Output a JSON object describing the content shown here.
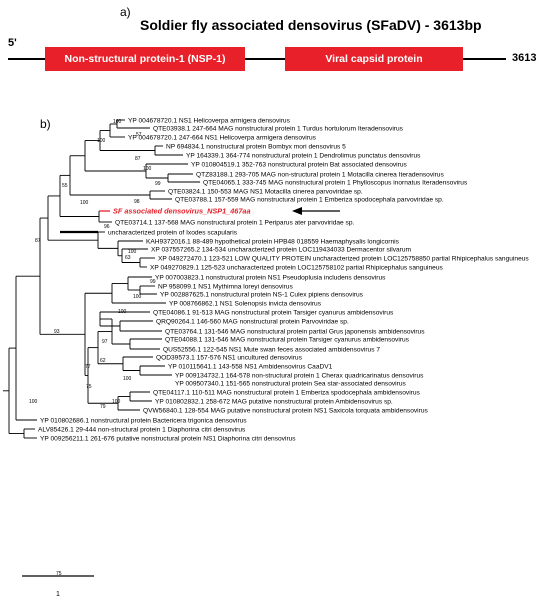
{
  "panel_a": {
    "label": "a)",
    "title": "Soldier fly associated densovirus (SFaDV) - 3613bp",
    "start_label": "5'",
    "end_label": "3613",
    "genes": [
      {
        "label": "Non-structural protein-1 (NSP-1)",
        "color": "#e8202a"
      },
      {
        "label": "Viral capsid protein",
        "color": "#e8202a"
      }
    ]
  },
  "panel_b": {
    "label": "b)",
    "scale_label": "1",
    "highlight_color": "#e8202a",
    "taxa": [
      "YP 004678720.1 NS1 Helicoverpa armigera densovirus",
      "QTE03938.1 247-664 MAG nonstructural protein 1 Turdus hortulorum Iteradensovirus",
      "YP 004678720.1 247-664 NS1 Helicoverpa armigera densovirus",
      "NP 694834.1 nonstructural protein Bombyx mori densovirus 5",
      "YP 164339.1 364-774 nonstructural protein 1 Dendrolimus punctatus densovirus",
      "YP 010804519.1 352-763 nonstructural protein Bat associated densovirus",
      "QTZ83188.1 293-705 MAG non-structural protein 1 Motacilla cinerea Iteradensovirus",
      "QTE04065.1 333-745 MAG nonstructural protein 1 Phylloscopus inornatus Iteradensovirus",
      "QTE03824.1 150-553 MAG NS1 Motacilla cinerea parvoviridae sp.",
      "QTE03788.1 157-559 MAG nonstructural protein 1 Emberiza spodocephala parvoviridae sp.",
      "SF associated densovirus_NSP1_467aa",
      "QTE03714.1 137-568 MAG nonstructural protein 1 Periparus ater parvoviridae sp.",
      "uncharacterized protein of Ixodes scapularis",
      "KAH9372016.1 88-489 hypothetical protein HPB48 018559 Haemaphysalis longicornis",
      "XP 037557265.2 134-534 uncharacterized protein LOC119434033 Dermacentor silvarum",
      "XP 049272470.1 123-521 LOW QUALITY PROTEIN uncharacterized protein LOC125758850 partial Rhipicephalus sanguineus",
      "XP 049270829.1 125-523 uncharacterized protein LOC125758102 partial Rhipicephalus sanguineus",
      "YP 007003823.1 nonstructural protein NS1 Pseudoplusia includens densovirus",
      "NP 958099.1 NS1 Mythimna loreyi densovirus",
      "YP 002887625.1 nonstructural protein NS-1 Culex pipiens densovirus",
      "YP 008766862.1 NS1 Solenopsis invicta densovirus",
      "QTE04086.1 91-513 MAG nonstructural protein Tarsiger cyanurus ambidensovirus",
      "QRQ90264.1 146-560 MAG nonstructural protein Parvoviridae sp.",
      "QTE03764.1 131-546 MAG nonstructural protein partial Grus japonensis ambidensovirus",
      "QTE04088.1 131-546 MAG nonstructural protein Tarsiger cyanurus ambidensovirus",
      "QUS52556.1 122-545 NS1 Mute swan feces associated ambidensovirus 7",
      "QOD39573.1 157-576 NS1 uncultured densovirus",
      "YP 010115641.1 143-558 NS1 Ambidensovirus CaaDV1",
      "YP 009134732.1 164-578 non-structural protein 1 Cherax quadricarinatus densovirus",
      "YP 009507340.1 151-565 nonstructural protein Sea star-associated densovirus",
      "QTE04117.1 110-511 MAG nonstructural protein 1 Emberiza spodocephala ambidensovirus",
      "YP 010802832.1 258-672 MAG putative nonstructural protein Ambidensovirus sp.",
      "QVW56840.1 128-554 MAG putative nonstructural protein NS1 Saxicola torquata ambidensovirus",
      "YP 010802686.1 nonstructural protein Bactericera trigonica densovirus",
      "ALV85426.1 29-444 non-structural protein 1 Diaphorina citri densovirus",
      "YP 009256211.1 261-676 putative nonstructural protein NS1 Diaphorina citri densovirus"
    ],
    "bootstraps": [
      "100",
      "57",
      "100",
      "87",
      "100",
      "55",
      "99",
      "100",
      "98",
      "96",
      "87",
      "100",
      "63",
      "99",
      "100",
      "93",
      "100",
      "97",
      "62",
      "77",
      "75",
      "79",
      "100",
      "100",
      "75",
      "100"
    ]
  }
}
